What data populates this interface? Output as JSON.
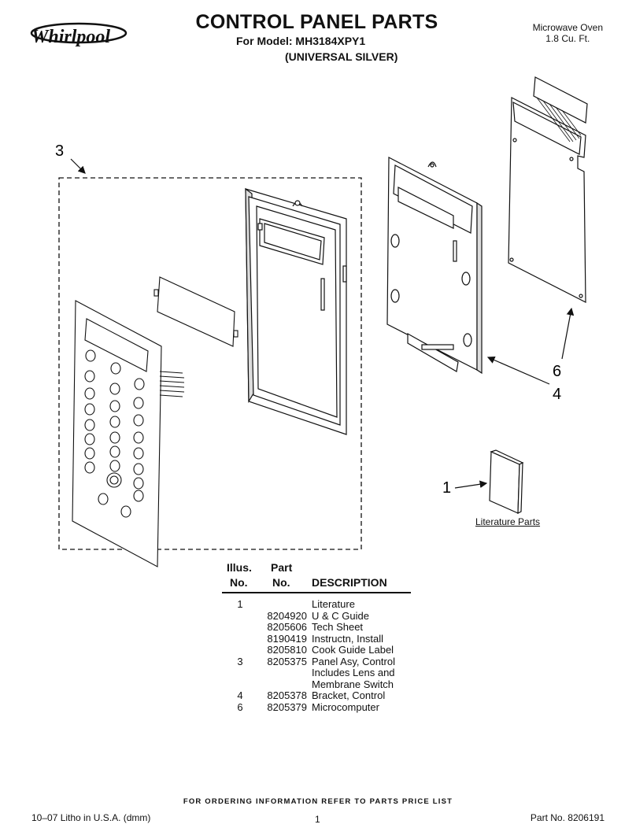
{
  "header": {
    "brand": "Whirlpool",
    "title": "CONTROL PANEL PARTS",
    "model_line": "For Model: MH3184XPY1",
    "variant": "(UNIVERSAL SILVER)",
    "product_line1": "Microwave Oven",
    "product_line2": "1.8 Cu. Ft."
  },
  "diagram": {
    "callouts": [
      "3",
      "6",
      "4",
      "1"
    ],
    "literature_label": "Literature Parts"
  },
  "parts_table": {
    "headers": {
      "illus_top": "Illus.",
      "illus_bottom": "No.",
      "part_top": "Part",
      "part_bottom": "No.",
      "description": "DESCRIPTION"
    },
    "rows": [
      {
        "illus": "1",
        "part": "",
        "desc": "Literature"
      },
      {
        "illus": "",
        "part": "8204920",
        "desc": "U & C Guide"
      },
      {
        "illus": "",
        "part": "8205606",
        "desc": "Tech Sheet"
      },
      {
        "illus": "",
        "part": "8190419",
        "desc": "Instructn, Install"
      },
      {
        "illus": "",
        "part": "8205810",
        "desc": "Cook Guide Label"
      },
      {
        "illus": "3",
        "part": "8205375",
        "desc": "Panel Asy, Control"
      },
      {
        "illus": "",
        "part": "",
        "desc": "Includes Lens and"
      },
      {
        "illus": "",
        "part": "",
        "desc": "Membrane Switch"
      },
      {
        "illus": "4",
        "part": "8205378",
        "desc": "Bracket, Control"
      },
      {
        "illus": "6",
        "part": "8205379",
        "desc": "Microcomputer"
      }
    ]
  },
  "footer": {
    "ordering_note": "FOR ORDERING INFORMATION REFER TO PARTS PRICE LIST",
    "litho": "10–07 Litho in U.S.A. (dmm)",
    "page_number": "1",
    "part_number": "Part No. 8206191"
  }
}
